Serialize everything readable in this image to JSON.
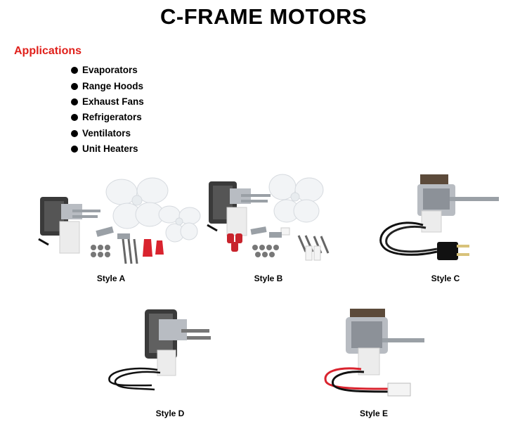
{
  "page": {
    "title": "C-FRAME MOTORS"
  },
  "applications": {
    "heading": "Applications",
    "items": [
      "Evaporators",
      "Range Hoods",
      "Exhaust Fans",
      "Refrigerators",
      "Ventilators",
      "Unit Heaters"
    ]
  },
  "styles": [
    {
      "label": "Style A"
    },
    {
      "label": "Style  B"
    },
    {
      "label": "Style C"
    },
    {
      "label": "Style D"
    },
    {
      "label": "Style E"
    }
  ],
  "colors": {
    "heading_red": "#e0201b",
    "fan_white": "#f2f4f6",
    "motor_dark": "#3b3b3b",
    "wire_red": "#d9232e"
  }
}
